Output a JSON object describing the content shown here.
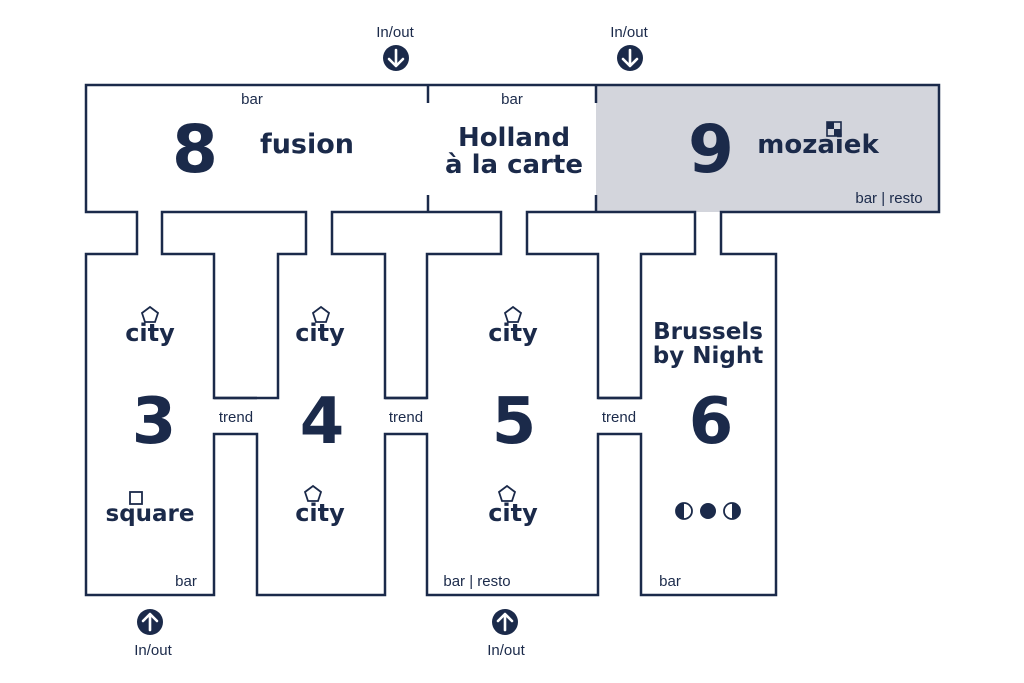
{
  "colors": {
    "ink": "#1b2a4a",
    "highlight": "#d3d5dc",
    "background": "#ffffff"
  },
  "entrances": {
    "top_left": {
      "label": "In/out",
      "icon": "arrow-down-circle-icon"
    },
    "top_right": {
      "label": "In/out",
      "icon": "arrow-down-circle-icon"
    },
    "bottom_left": {
      "label": "In/out",
      "icon": "arrow-up-circle-icon"
    },
    "bottom_right": {
      "label": "In/out",
      "icon": "arrow-up-circle-icon"
    }
  },
  "halls": {
    "h8": {
      "number": "8",
      "logo": "fusion",
      "tag": "bar"
    },
    "holland": {
      "line1": "Holland",
      "line2": "à la carte",
      "tag": "bar"
    },
    "h9": {
      "number": "9",
      "logo": "mozaiek",
      "tag": "bar | resto"
    },
    "h3": {
      "number": "3",
      "logo_top": "city",
      "logo_bottom": "square",
      "tag": "bar"
    },
    "h4": {
      "number": "4",
      "logo_top": "city",
      "logo_bottom": "city"
    },
    "h5": {
      "number": "5",
      "logo_top": "city",
      "logo_bottom": "city",
      "tag": "bar | resto"
    },
    "h6": {
      "number": "6",
      "logo_line1": "Brussels",
      "logo_line2": "by Night",
      "tag": "bar"
    }
  },
  "connectors": {
    "c1": "trend",
    "c2": "trend",
    "c3": "trend"
  }
}
